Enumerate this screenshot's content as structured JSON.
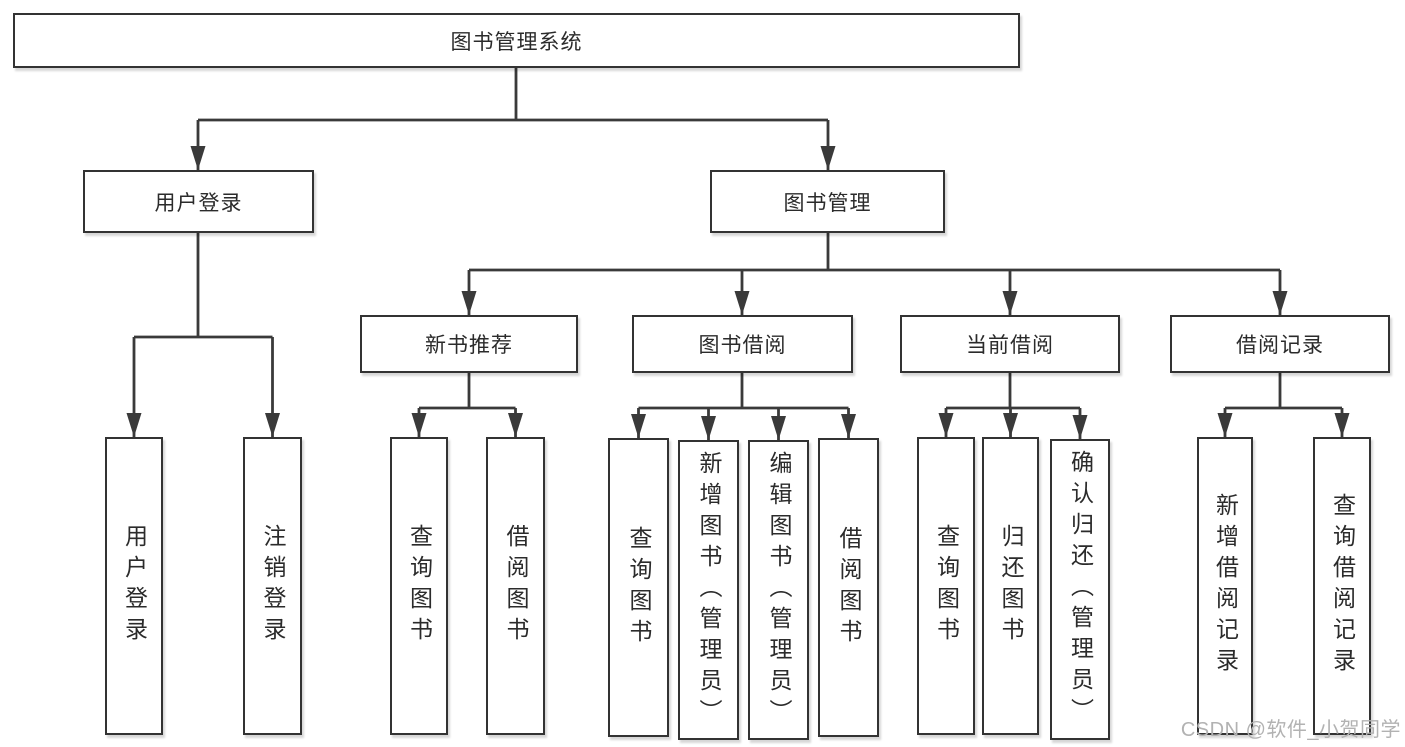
{
  "colors": {
    "line": "#3a3a3a",
    "box_border": "#333333",
    "text": "#2b2b2b",
    "watermark": "#b2b2b2",
    "background": "#ffffff"
  },
  "tree": {
    "root": "图书管理系统",
    "branches": [
      {
        "label": "用户登录",
        "children": [
          "用户登录",
          "注销登录"
        ]
      },
      {
        "label": "图书管理",
        "children": [
          {
            "label": "新书推荐",
            "children": [
              "查询图书",
              "借阅图书"
            ]
          },
          {
            "label": "图书借阅",
            "children": [
              "查询图书",
              "新增图书（管理员）",
              "编辑图书（管理员）",
              "借阅图书"
            ]
          },
          {
            "label": "当前借阅",
            "children": [
              "查询图书",
              "归还图书",
              "确认归还（管理员）"
            ]
          },
          {
            "label": "借阅记录",
            "children": [
              "新增借阅记录",
              "查询借阅记录"
            ]
          }
        ]
      }
    ]
  },
  "watermark": {
    "text": "CSDN @软件_小贺同学"
  }
}
